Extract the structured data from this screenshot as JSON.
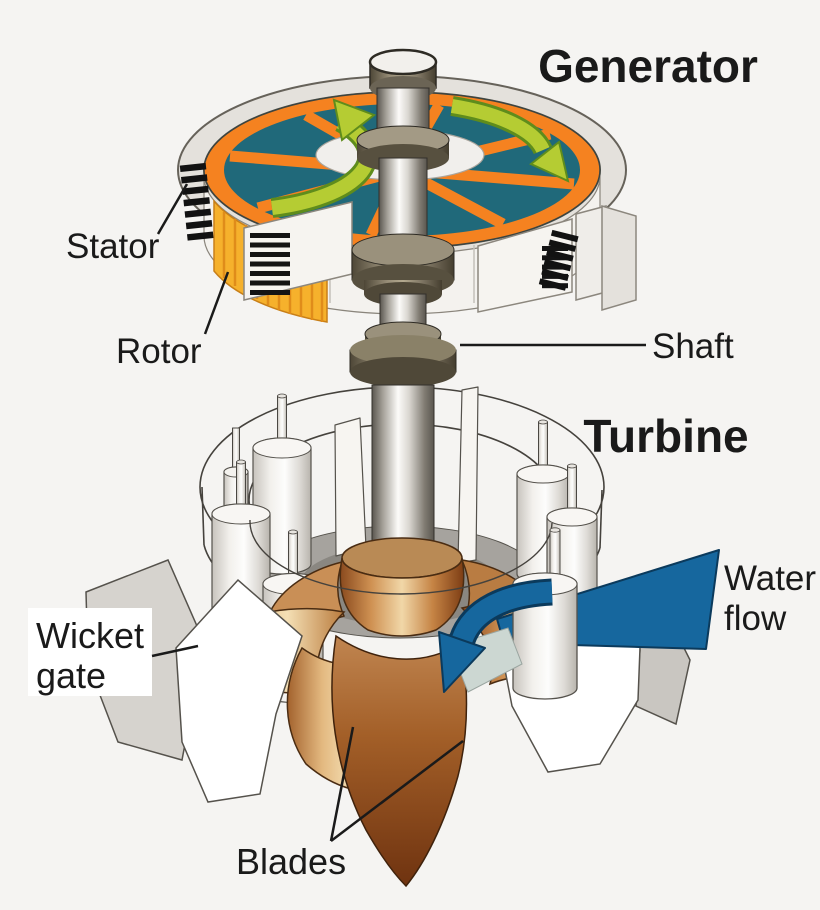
{
  "labels": {
    "generator": "Generator",
    "stator": "Stator",
    "rotor": "Rotor",
    "shaft": "Shaft",
    "turbine": "Turbine",
    "water_flow_line1": "Water",
    "water_flow_line2": "flow",
    "wicket_gate_line1": "Wicket",
    "wicket_gate_line2": "gate",
    "blades": "Blades"
  },
  "colors": {
    "bg": "#f5f4f2",
    "teal": "#20697a",
    "orange": "#f58220",
    "yellow": "#f6b12c",
    "green": "#b5cc33",
    "blue": "#16679e",
    "copper": "#c98f56",
    "text": "#1a1a1a"
  },
  "icons": {
    "rotation_arrows": "clockwise-rotation-arrows",
    "water_flow_arrow": "water-flow-arrow"
  }
}
